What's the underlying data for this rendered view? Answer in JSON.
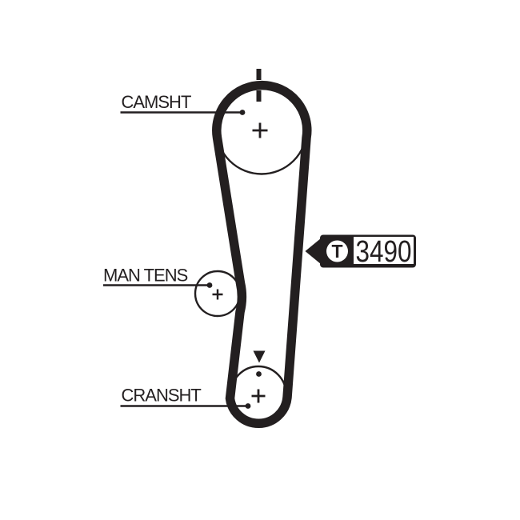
{
  "diagram": {
    "type": "timing-belt-routing",
    "background_color": "#ffffff",
    "ink_color": "#231f20",
    "pulleys": [
      {
        "id": "camshaft",
        "label": "CAMSHT"
      },
      {
        "id": "manual_tensioner",
        "label": "MAN TENS"
      },
      {
        "id": "crankshaft",
        "label": "CRANSHT"
      }
    ],
    "markers": {
      "camshaft_timing_mark_icon": "dashed-vertical-line",
      "crankshaft_timing_mark_icon": "triangle-down-with-dot",
      "pulley_center_icon": "plus-cross"
    },
    "callout": {
      "logo_letter": "T",
      "part_number": "3490"
    }
  }
}
